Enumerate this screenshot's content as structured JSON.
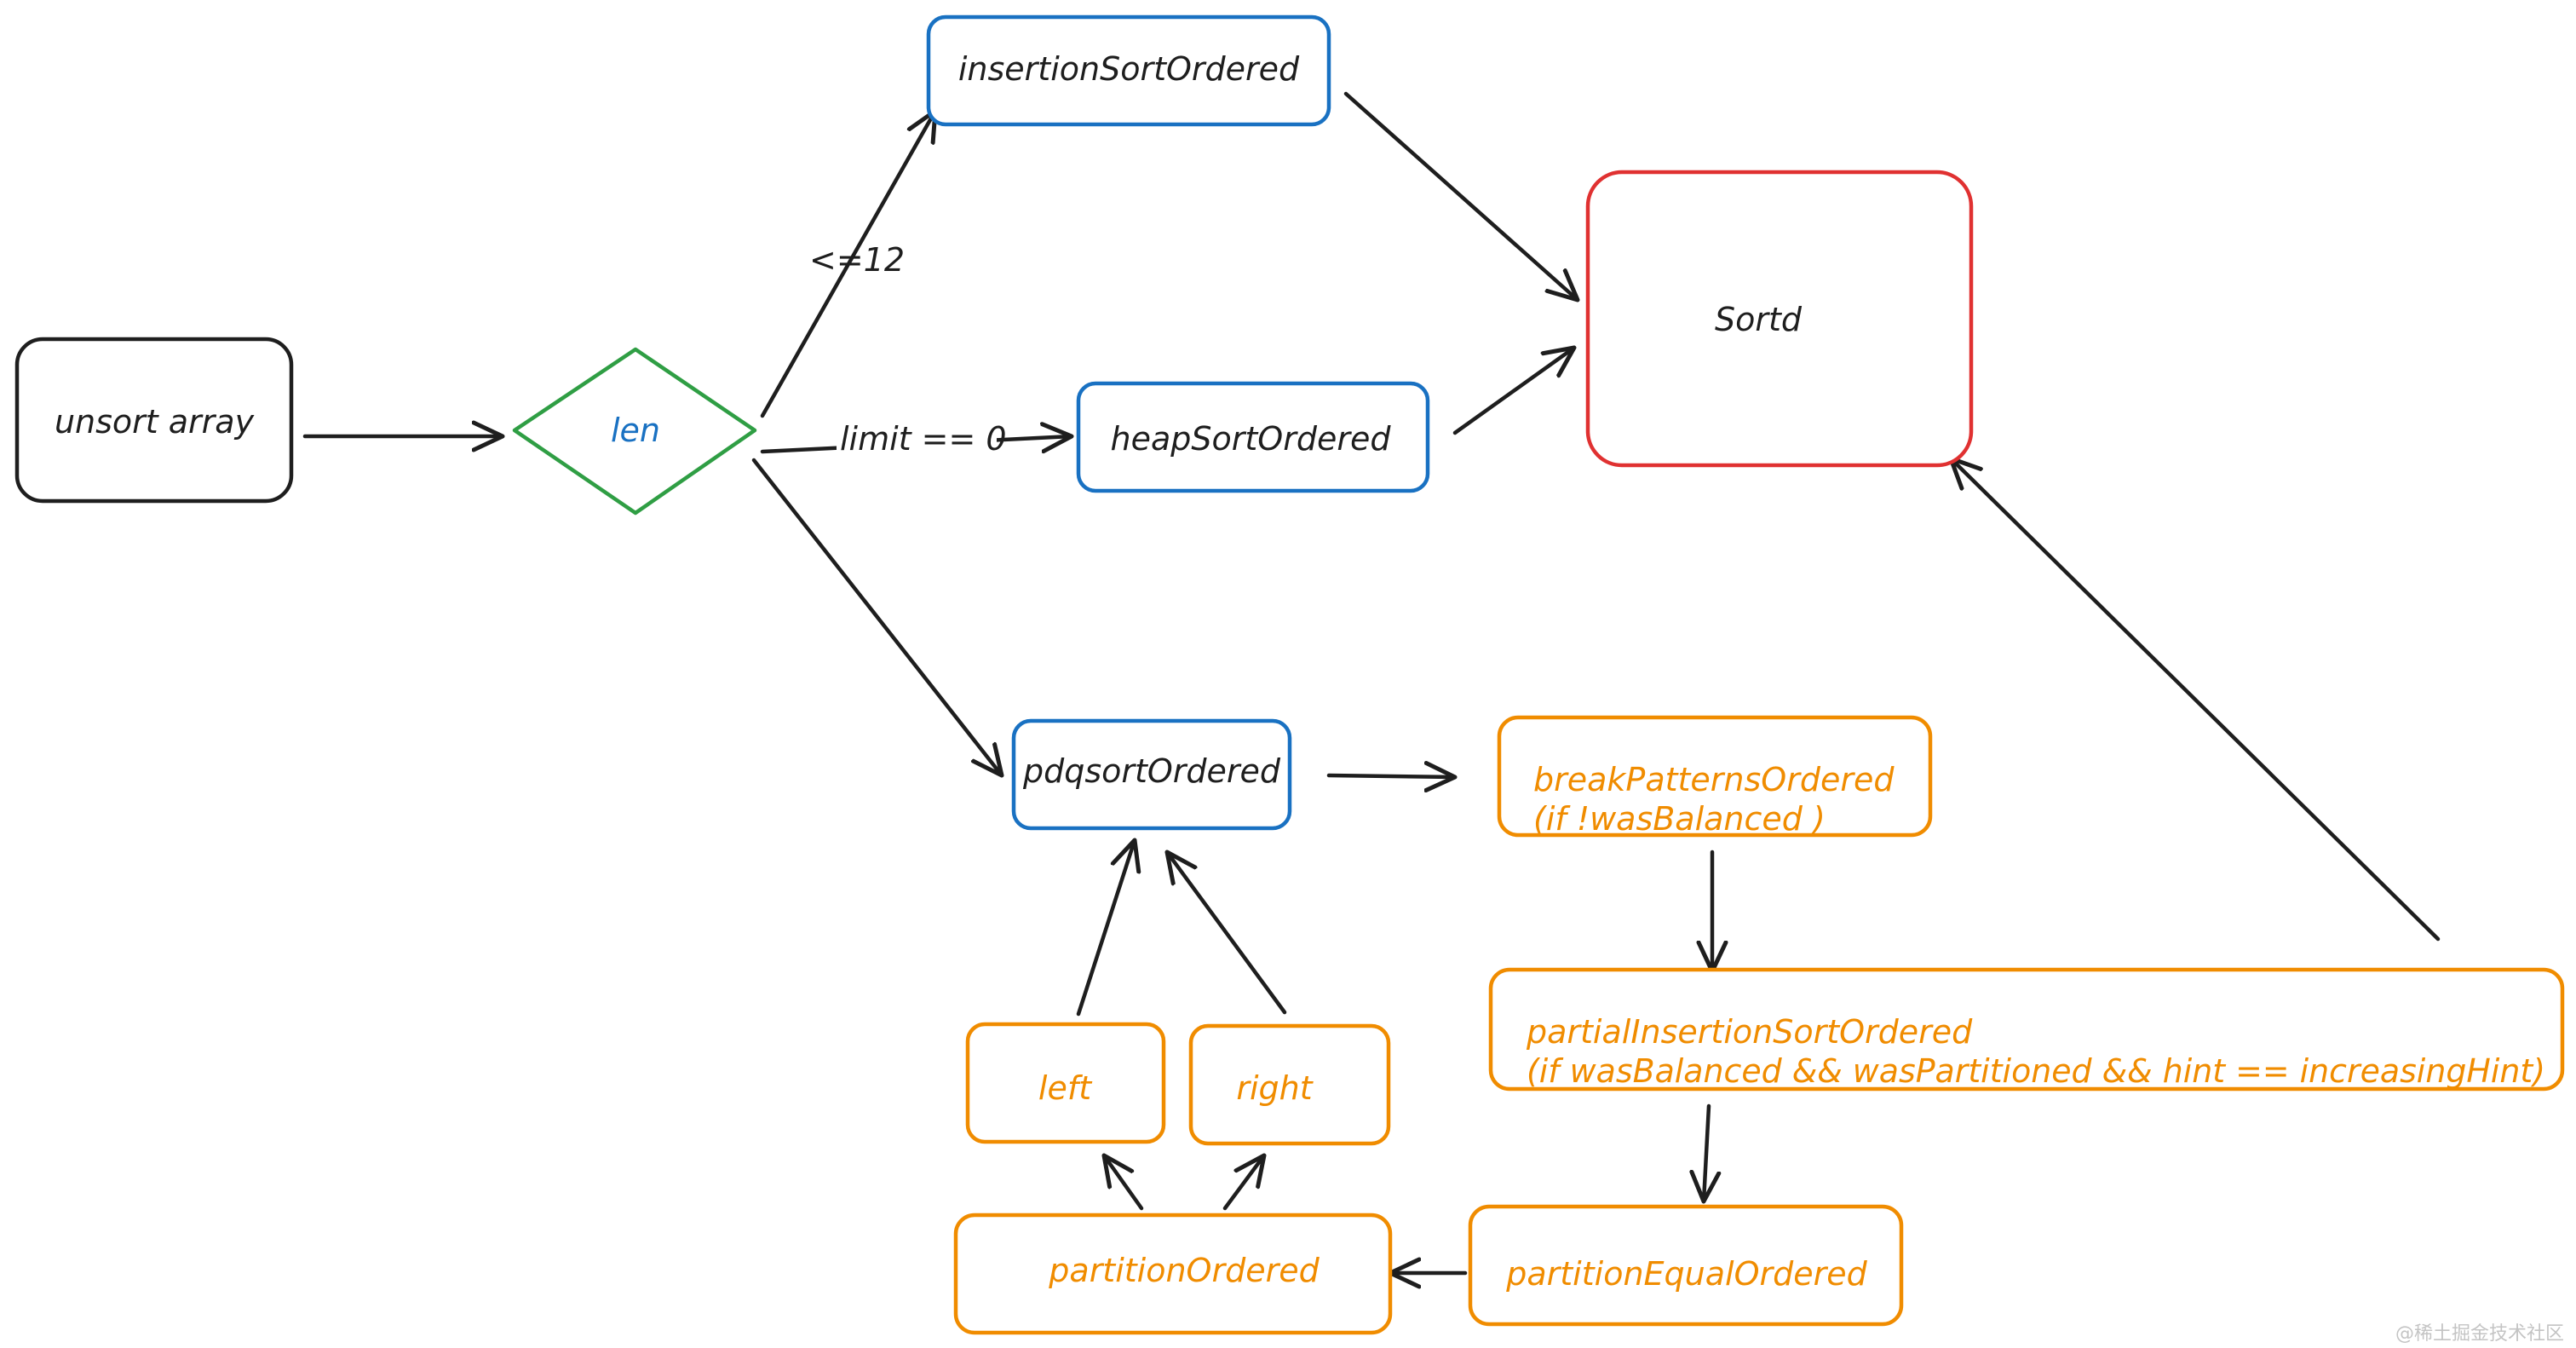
{
  "colors": {
    "black": "#1e1e1e",
    "blue": "#1971c2",
    "green": "#2f9e44",
    "red": "#e03131",
    "orange": "#f08c00"
  },
  "nodes": {
    "unsort": "unsort array",
    "len": "len",
    "insertion": "insertionSortOrdered",
    "heap": "heapSortOrdered",
    "sorted": "Sortd",
    "pdq": "pdqsortOrdered",
    "break_line1": "breakPatternsOrdered",
    "break_line2": "(if !wasBalanced )",
    "partial_line1": "partialInsertionSortOrdered",
    "partial_line2": "(if wasBalanced && wasPartitioned && hint == increasingHint)",
    "left": "left",
    "right": "right",
    "partition": "partitionOrdered",
    "partition_equal": "partitionEqualOrdered"
  },
  "edge_labels": {
    "le12": "<=12",
    "limit0": "limit == 0"
  },
  "watermark": "@稀土掘金技术社区"
}
